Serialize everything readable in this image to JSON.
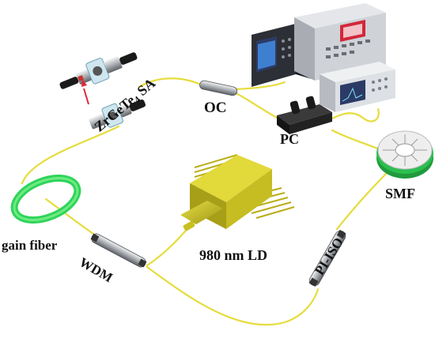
{
  "diagram": {
    "labels": {
      "sa_prefix": "ZrGeTe",
      "sa_sub": "4",
      "sa_suffix": " SA",
      "oc": "OC",
      "pc": "PC",
      "smf": "SMF",
      "gain_fiber": "gain fiber",
      "wdm": "WDM",
      "ld": "980 nm LD",
      "pi_iso": "PI-ISO"
    },
    "colors": {
      "fiber": "#e6dc3c",
      "gain_fiber_coil": "#2fd45a",
      "smf_spool": "#2bbf4f",
      "laser_diode": "#c9c01f",
      "arrow": "#e0283a",
      "instrument_body": "#cfd3d8",
      "screen": "#2b3b66"
    }
  }
}
